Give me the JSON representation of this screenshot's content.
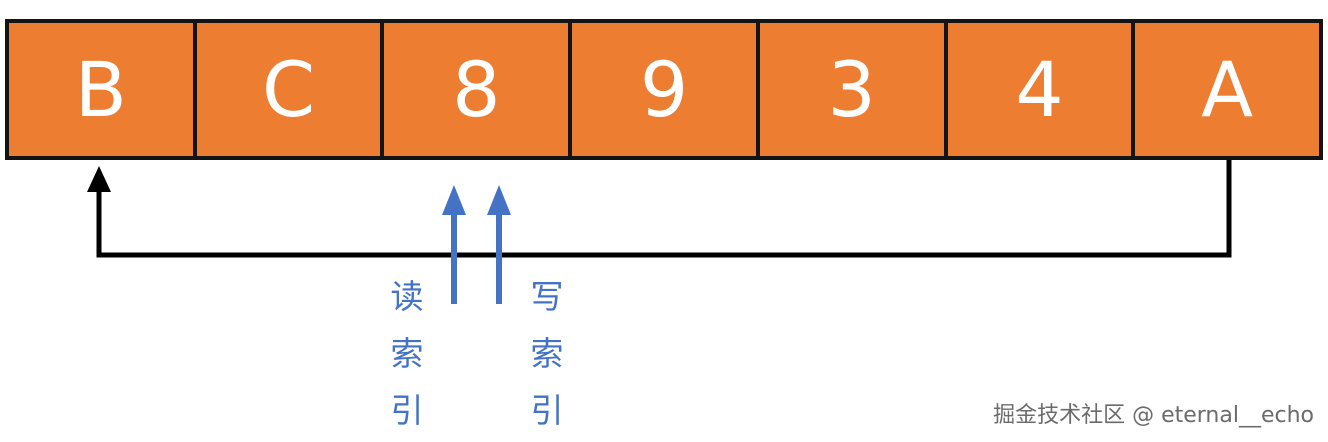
{
  "buffer": {
    "cells": [
      "B",
      "C",
      "8",
      "9",
      "3",
      "4",
      "A"
    ]
  },
  "labels": {
    "read_index": "读\n索\n引",
    "write_index": "写\n索\n引"
  },
  "watermark": "掘金技术社区 @ eternal__echo",
  "colors": {
    "cell_fill": "#ED7D31",
    "cell_text": "#FFFFFF",
    "border": "#141414",
    "index_arrow": "#4472C4",
    "wrap_arrow": "#000000"
  }
}
